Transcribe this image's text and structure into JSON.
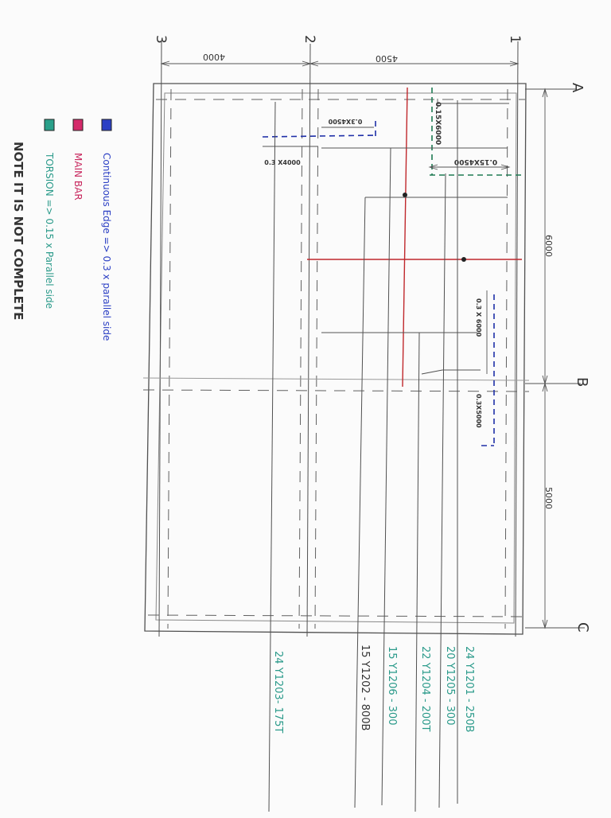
{
  "grid": {
    "cols": [
      "1",
      "2",
      "3"
    ],
    "rows": [
      "A",
      "B",
      "C"
    ]
  },
  "dimensions": {
    "span_1_2": "4500",
    "span_2_3": "4000",
    "span_A_B": "6000",
    "span_B_C": "5000"
  },
  "edge_labels": {
    "green_top": "0.15X6000",
    "green_side": "0.15X4500",
    "blue_top": "0.3X4500",
    "blue_side": "0.3 X4000",
    "blue_right_1": "0.3 X 6000",
    "blue_right_2": "0.3X5000"
  },
  "bars": [
    {
      "text": "24 Y1201 - 250B",
      "color": "#2a9a8a"
    },
    {
      "text": "20 Y1205 - 300",
      "color": "#2a9a8a"
    },
    {
      "text": "22 Y1204 - 200T",
      "color": "#2a9a8a"
    },
    {
      "text": "15 Y1206 - 300",
      "color": "#2a9a8a"
    },
    {
      "text": "15 Y1202 - 800B",
      "color": "#333333"
    },
    {
      "text": "24 Y1203- 175T",
      "color": "#2a9a8a"
    }
  ],
  "legend": [
    {
      "label": "Continuous Edge  => 0.3 x parallel side",
      "swatch": "#2b3fc4",
      "text_color": "#2b3fc4"
    },
    {
      "label": "MAIN BAR",
      "swatch": "#d42a6a",
      "text_color": "#c8285e"
    },
    {
      "label": "TORSION    => 0.15 x Parallel side",
      "swatch": "#2aa08a",
      "text_color": "#2a9a8a"
    }
  ],
  "note": "NOTE IT IS NOT COMPLETE",
  "colors": {
    "main_bar": "#c0282c",
    "continuous_edge": "#1f2fa8",
    "torsion": "#1e7a52"
  }
}
